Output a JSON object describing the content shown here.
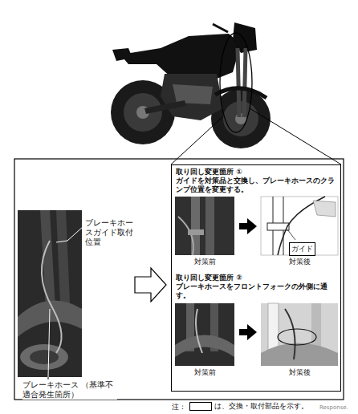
{
  "diagram": {
    "nodes": [
      {
        "text": [
          "取り回し変更箇所 ①",
          "ガイドを対策品と交換し、ブレーキホースのクランプ位置を変更する。",
          "取り回し変更箇所 ②",
          "ブレーキホースをフロントフォークの外側に通す。"
        ]
      },
      {
        "text": [
          "ガイド"
        ],
        "in": 0
      }
    ],
    "labels": [
      "ブレーキホースガイド取付位置",
      "ブレーキホース （基準不適合発生箇所）",
      "対策前",
      "対策後",
      "対策前",
      "対策後",
      "注：",
      "Response."
    ],
    "legend": [
      {
        "text": "は、交換・取付部品を示す。"
      }
    ]
  }
}
